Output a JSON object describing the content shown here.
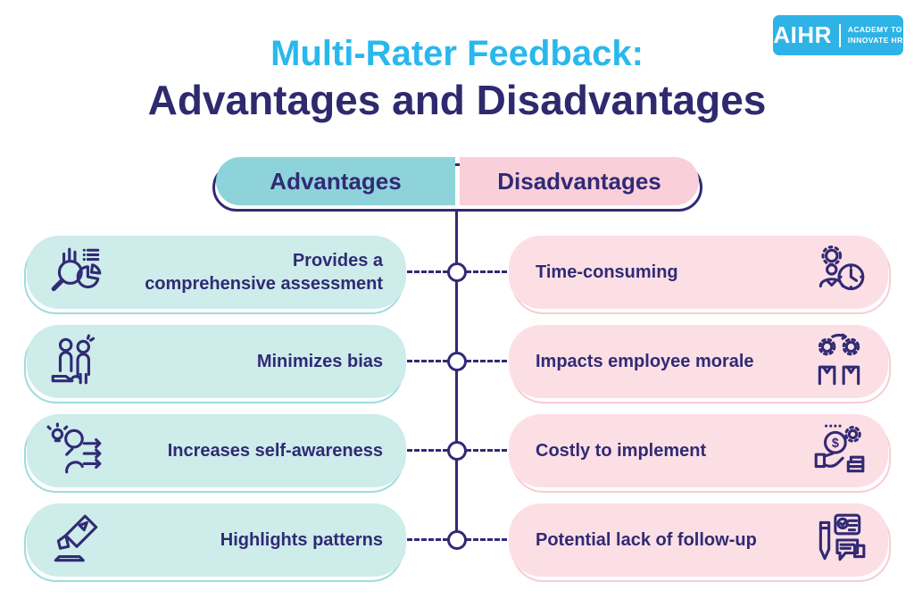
{
  "logo": {
    "brand": "AIHR",
    "tagline": [
      "ACADEMY TO",
      "INNOVATE HR"
    ]
  },
  "title": {
    "line1": "Multi-Rater Feedback:",
    "line2": "Advantages and Disadvantages"
  },
  "comparison": {
    "left": {
      "header": "Advantages",
      "items": [
        {
          "label": "Provides a\ncomprehensive assessment",
          "icon": "magnifier-analytics-icon"
        },
        {
          "label": "Minimizes bias",
          "icon": "people-on-hand-icon"
        },
        {
          "label": "Increases self-awareness",
          "icon": "person-idea-arrows-icon"
        },
        {
          "label": "Highlights patterns",
          "icon": "highlighter-pen-icon"
        }
      ]
    },
    "right": {
      "header": "Disadvantages",
      "items": [
        {
          "label": "Time-consuming",
          "icon": "person-clock-icon"
        },
        {
          "label": "Impacts employee morale",
          "icon": "people-gears-icon"
        },
        {
          "label": "Costly to implement",
          "icon": "hand-money-gear-icon"
        },
        {
          "label": "Potential lack of follow-up",
          "icon": "document-feedback-icon"
        }
      ]
    }
  },
  "colors": {
    "title_accent": "#29b8ec",
    "navy": "#312a75",
    "logo_blue": "#2eb3e7",
    "advantages_header": "#8ed3da",
    "disadvantages_header": "#f9cfd9",
    "advantage_card": "#cdecea",
    "advantage_card_outline": "#9edce0",
    "disadvantage_card": "#fcdfe5",
    "disadvantage_card_outline": "#f8ccd6"
  }
}
